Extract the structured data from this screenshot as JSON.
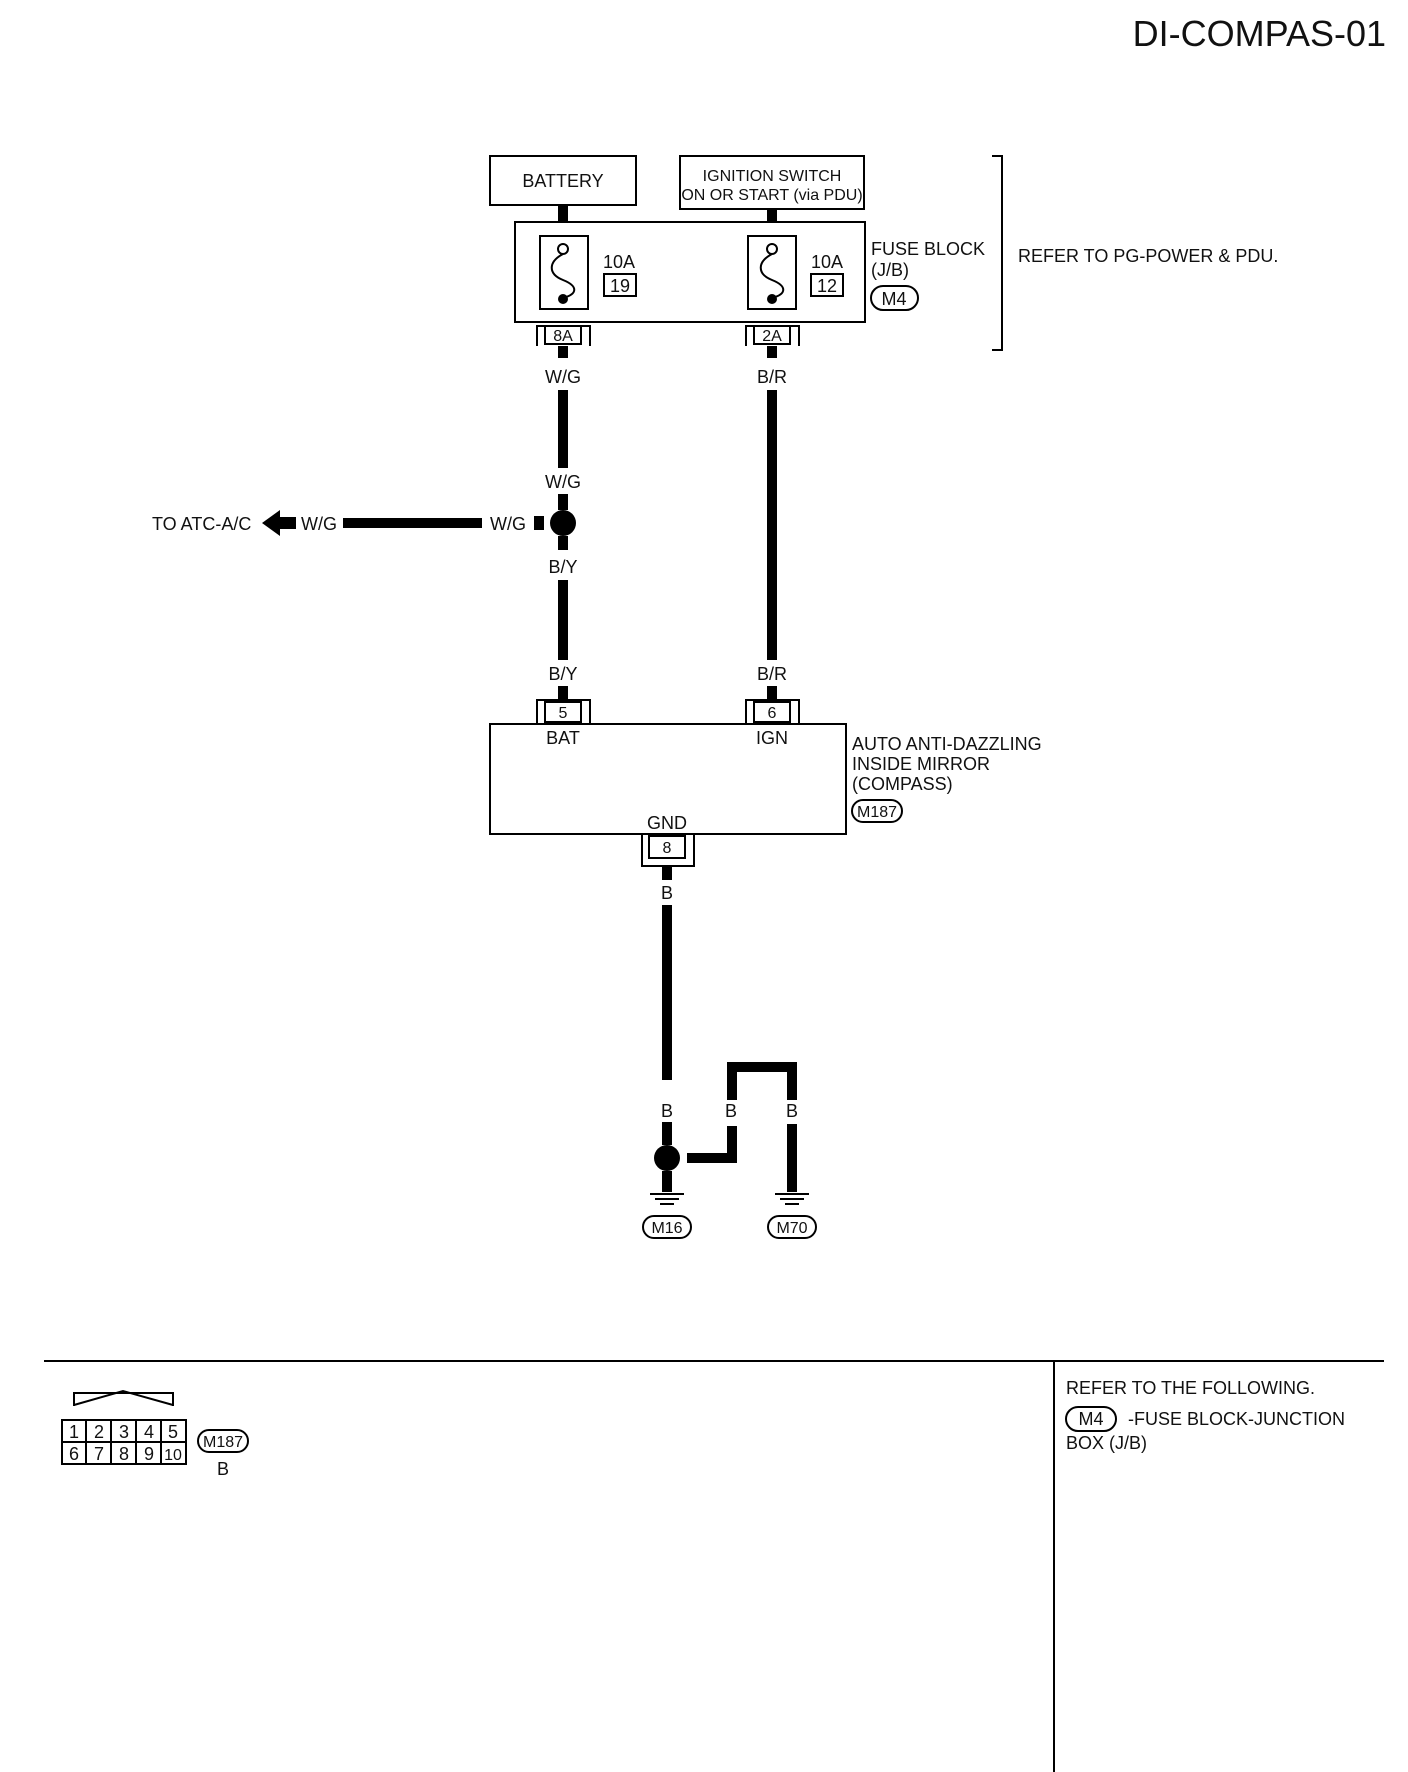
{
  "page": {
    "title": "DI-COMPAS-01"
  },
  "power": {
    "battery_label": "BATTERY",
    "ignition_line1": "IGNITION SWITCH",
    "ignition_line2": "ON OR START (via PDU)",
    "refer_note": "REFER TO PG-POWER & PDU."
  },
  "fuse_block": {
    "label_line1": "FUSE BLOCK",
    "label_line2": "(J/B)",
    "connector": "M4",
    "fuses": [
      {
        "amps": "10A",
        "number": "19",
        "terminal": "8A"
      },
      {
        "amps": "10A",
        "number": "12",
        "terminal": "2A"
      }
    ]
  },
  "wires": {
    "wg": "W/G",
    "br": "B/R",
    "by": "B/Y",
    "b": "B"
  },
  "atc": {
    "label": "TO ATC-A/C"
  },
  "mirror": {
    "label_line1": "AUTO ANTI-DAZZLING",
    "label_line2": "INSIDE MIRROR",
    "label_line3": "(COMPASS)",
    "connector": "M187",
    "pins": [
      {
        "number": "5",
        "name": "BAT"
      },
      {
        "number": "6",
        "name": "IGN"
      },
      {
        "number": "8",
        "name": "GND"
      }
    ]
  },
  "grounds": [
    "M16",
    "M70"
  ],
  "connector_view": {
    "pins_top": [
      "1",
      "2",
      "3",
      "4",
      "5"
    ],
    "pins_bottom": [
      "6",
      "7",
      "8",
      "9",
      "10"
    ],
    "connector": "M187",
    "color": "B"
  },
  "references": {
    "heading": "REFER TO THE FOLLOWING.",
    "connector": "M4",
    "desc_line1": "-FUSE BLOCK-JUNCTION",
    "desc_line2": "BOX (J/B)"
  }
}
